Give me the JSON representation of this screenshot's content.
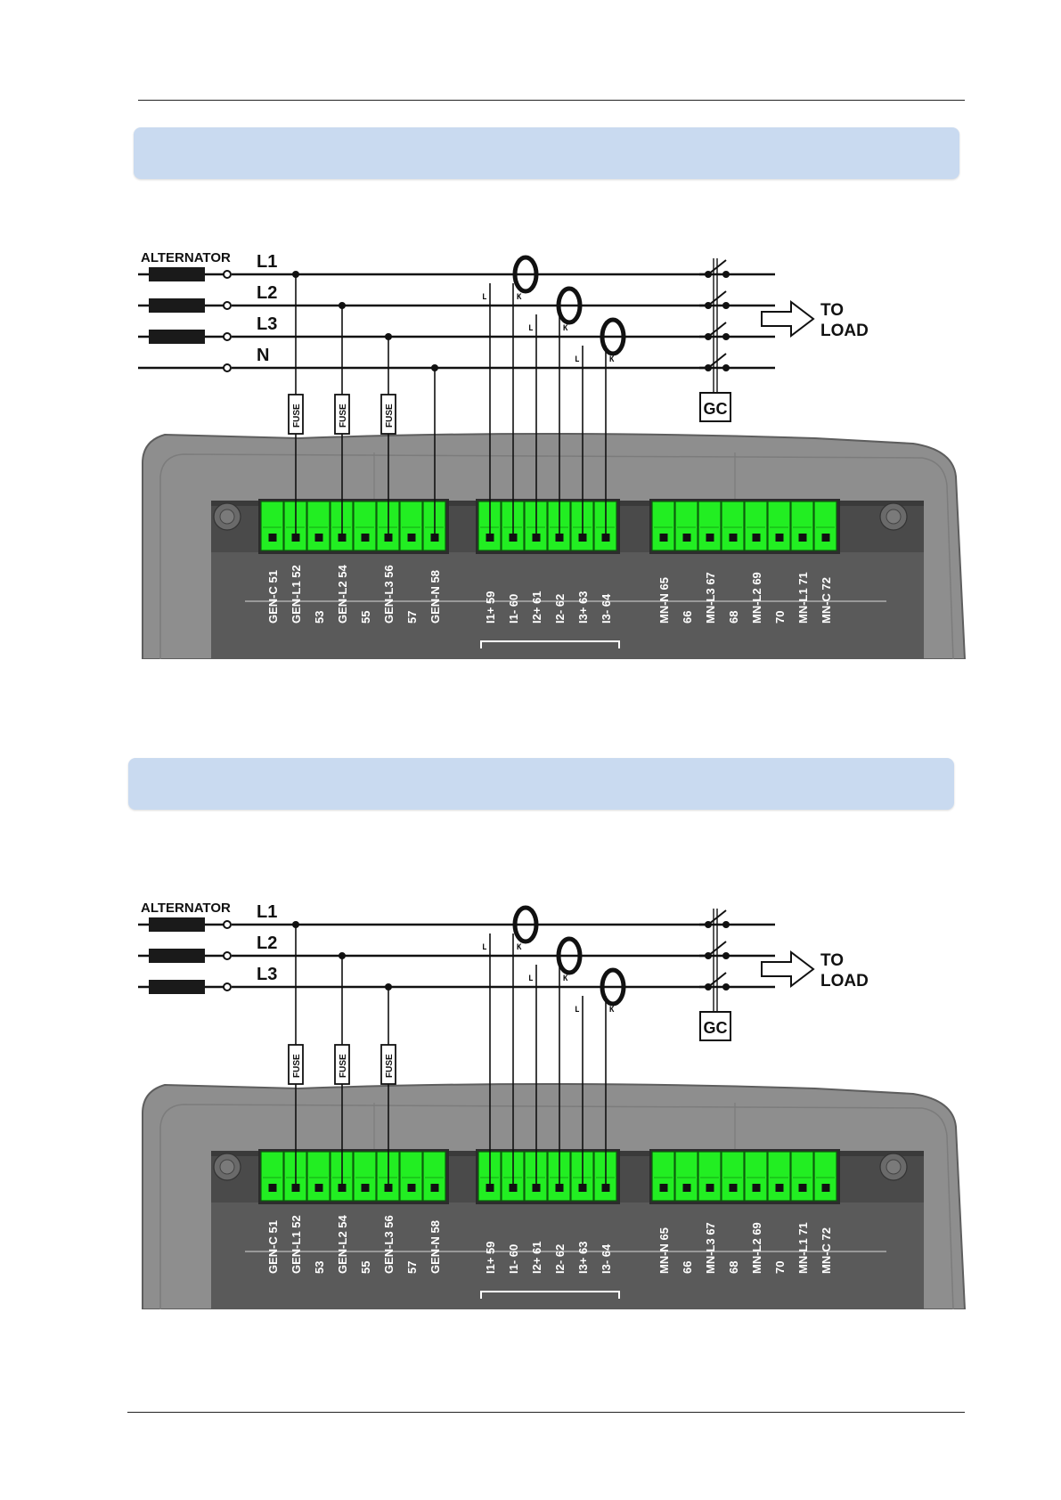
{
  "diagrams": [
    {
      "alternator_label": "ALTERNATOR",
      "phases": [
        "L1",
        "L2",
        "L3",
        "N"
      ],
      "fuse_label": "FUSE",
      "ct_terminal_left": "L",
      "ct_terminal_right": "K",
      "output_label_line1": "TO",
      "output_label_line2": "LOAD",
      "contactor_label": "GC",
      "terminal_numbers": [
        "51",
        "52",
        "53",
        "54",
        "55",
        "56",
        "57",
        "58",
        "59",
        "60",
        "61",
        "62",
        "63",
        "64",
        "65",
        "66",
        "67",
        "68",
        "69",
        "70",
        "71",
        "72"
      ],
      "terminal_names": [
        "GEN-C",
        "GEN-L1",
        "",
        "GEN-L2",
        "",
        "GEN-L3",
        "",
        "GEN-N",
        "I1+",
        "I1-",
        "I2+",
        "I2-",
        "I3+",
        "I3-",
        "MN-N",
        "",
        "MN-L3",
        "",
        "MN-L2",
        "",
        "MN-L1",
        "MN-C"
      ]
    },
    {
      "alternator_label": "ALTERNATOR",
      "phases": [
        "L1",
        "L2",
        "L3"
      ],
      "fuse_label": "FUSE",
      "ct_terminal_left": "L",
      "ct_terminal_right": "K",
      "output_label_line1": "TO",
      "output_label_line2": "LOAD",
      "contactor_label": "GC",
      "terminal_numbers": [
        "51",
        "52",
        "53",
        "54",
        "55",
        "56",
        "57",
        "58",
        "59",
        "60",
        "61",
        "62",
        "63",
        "64",
        "65",
        "66",
        "67",
        "68",
        "69",
        "70",
        "71",
        "72"
      ],
      "terminal_names": [
        "GEN-C",
        "GEN-L1",
        "",
        "GEN-L2",
        "",
        "GEN-L3",
        "",
        "GEN-N",
        "I1+",
        "I1-",
        "I2+",
        "I2-",
        "I3+",
        "I3-",
        "MN-N",
        "",
        "MN-L3",
        "",
        "MN-L2",
        "",
        "MN-L1",
        "MN-C"
      ]
    }
  ],
  "colors": {
    "banner": "#c9daf0",
    "terminal_green": "#22ee22",
    "panel_gray": "#8e8e8e",
    "panel_dark": "#4a4a4a"
  }
}
